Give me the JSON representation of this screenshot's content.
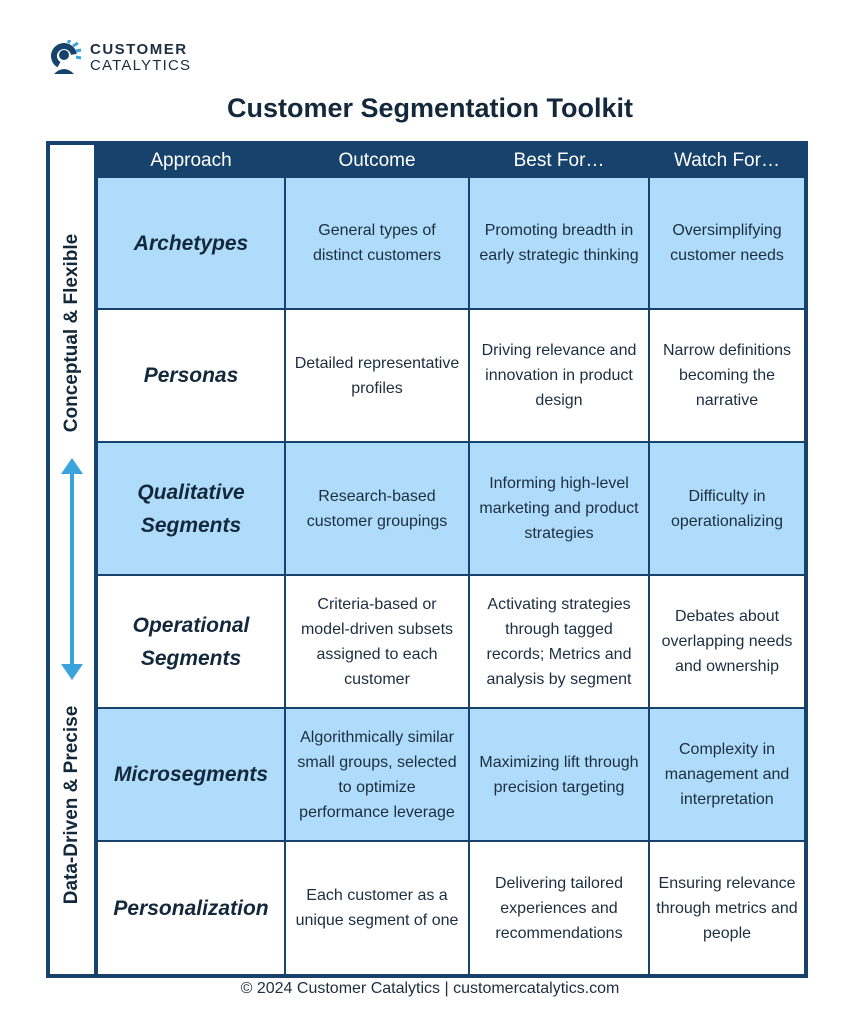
{
  "brand": {
    "line1": "CUSTOMER",
    "line2": "CATALYTICS"
  },
  "title": "Customer Segmentation Toolkit",
  "axis": {
    "top_label": "Conceptual & Flexible",
    "bottom_label": "Data-Driven & Precise"
  },
  "columns": [
    "Approach",
    "Outcome",
    "Best For…",
    "Watch For…"
  ],
  "rows": [
    {
      "approach": "Archetypes",
      "outcome": "General types of distinct customers",
      "best_for": "Promoting breadth in early strategic thinking",
      "watch_for": "Oversimplifying customer needs"
    },
    {
      "approach": "Personas",
      "outcome": "Detailed representative profiles",
      "best_for": "Driving relevance and innovation in product design",
      "watch_for": "Narrow definitions becoming the narrative"
    },
    {
      "approach": "Qualitative Segments",
      "outcome": "Research-based customer groupings",
      "best_for": "Informing high-level marketing and product strategies",
      "watch_for": "Difficulty in operationalizing"
    },
    {
      "approach": "Operational Segments",
      "outcome": "Criteria-based or model-driven subsets assigned to each customer",
      "best_for": "Activating strategies through tagged records; Metrics and analysis by segment",
      "watch_for": "Debates about overlapping needs and ownership"
    },
    {
      "approach": "Microsegments",
      "outcome": "Algorithmically similar small groups, selected to optimize performance leverage",
      "best_for": "Maximizing lift through precision targeting",
      "watch_for": "Complexity in management and interpretation"
    },
    {
      "approach": "Personalization",
      "outcome": "Each customer as a unique segment of one",
      "best_for": "Delivering tailored experiences and recommendations",
      "watch_for": "Ensuring relevance through metrics and people"
    }
  ],
  "footer": "© 2024 Customer Catalytics | customercatalytics.com",
  "colors": {
    "frame": "#17426b",
    "row_blue": "#afdcfb",
    "row_white": "#ffffff",
    "arrow": "#3aa3db",
    "text": "#14283b"
  }
}
